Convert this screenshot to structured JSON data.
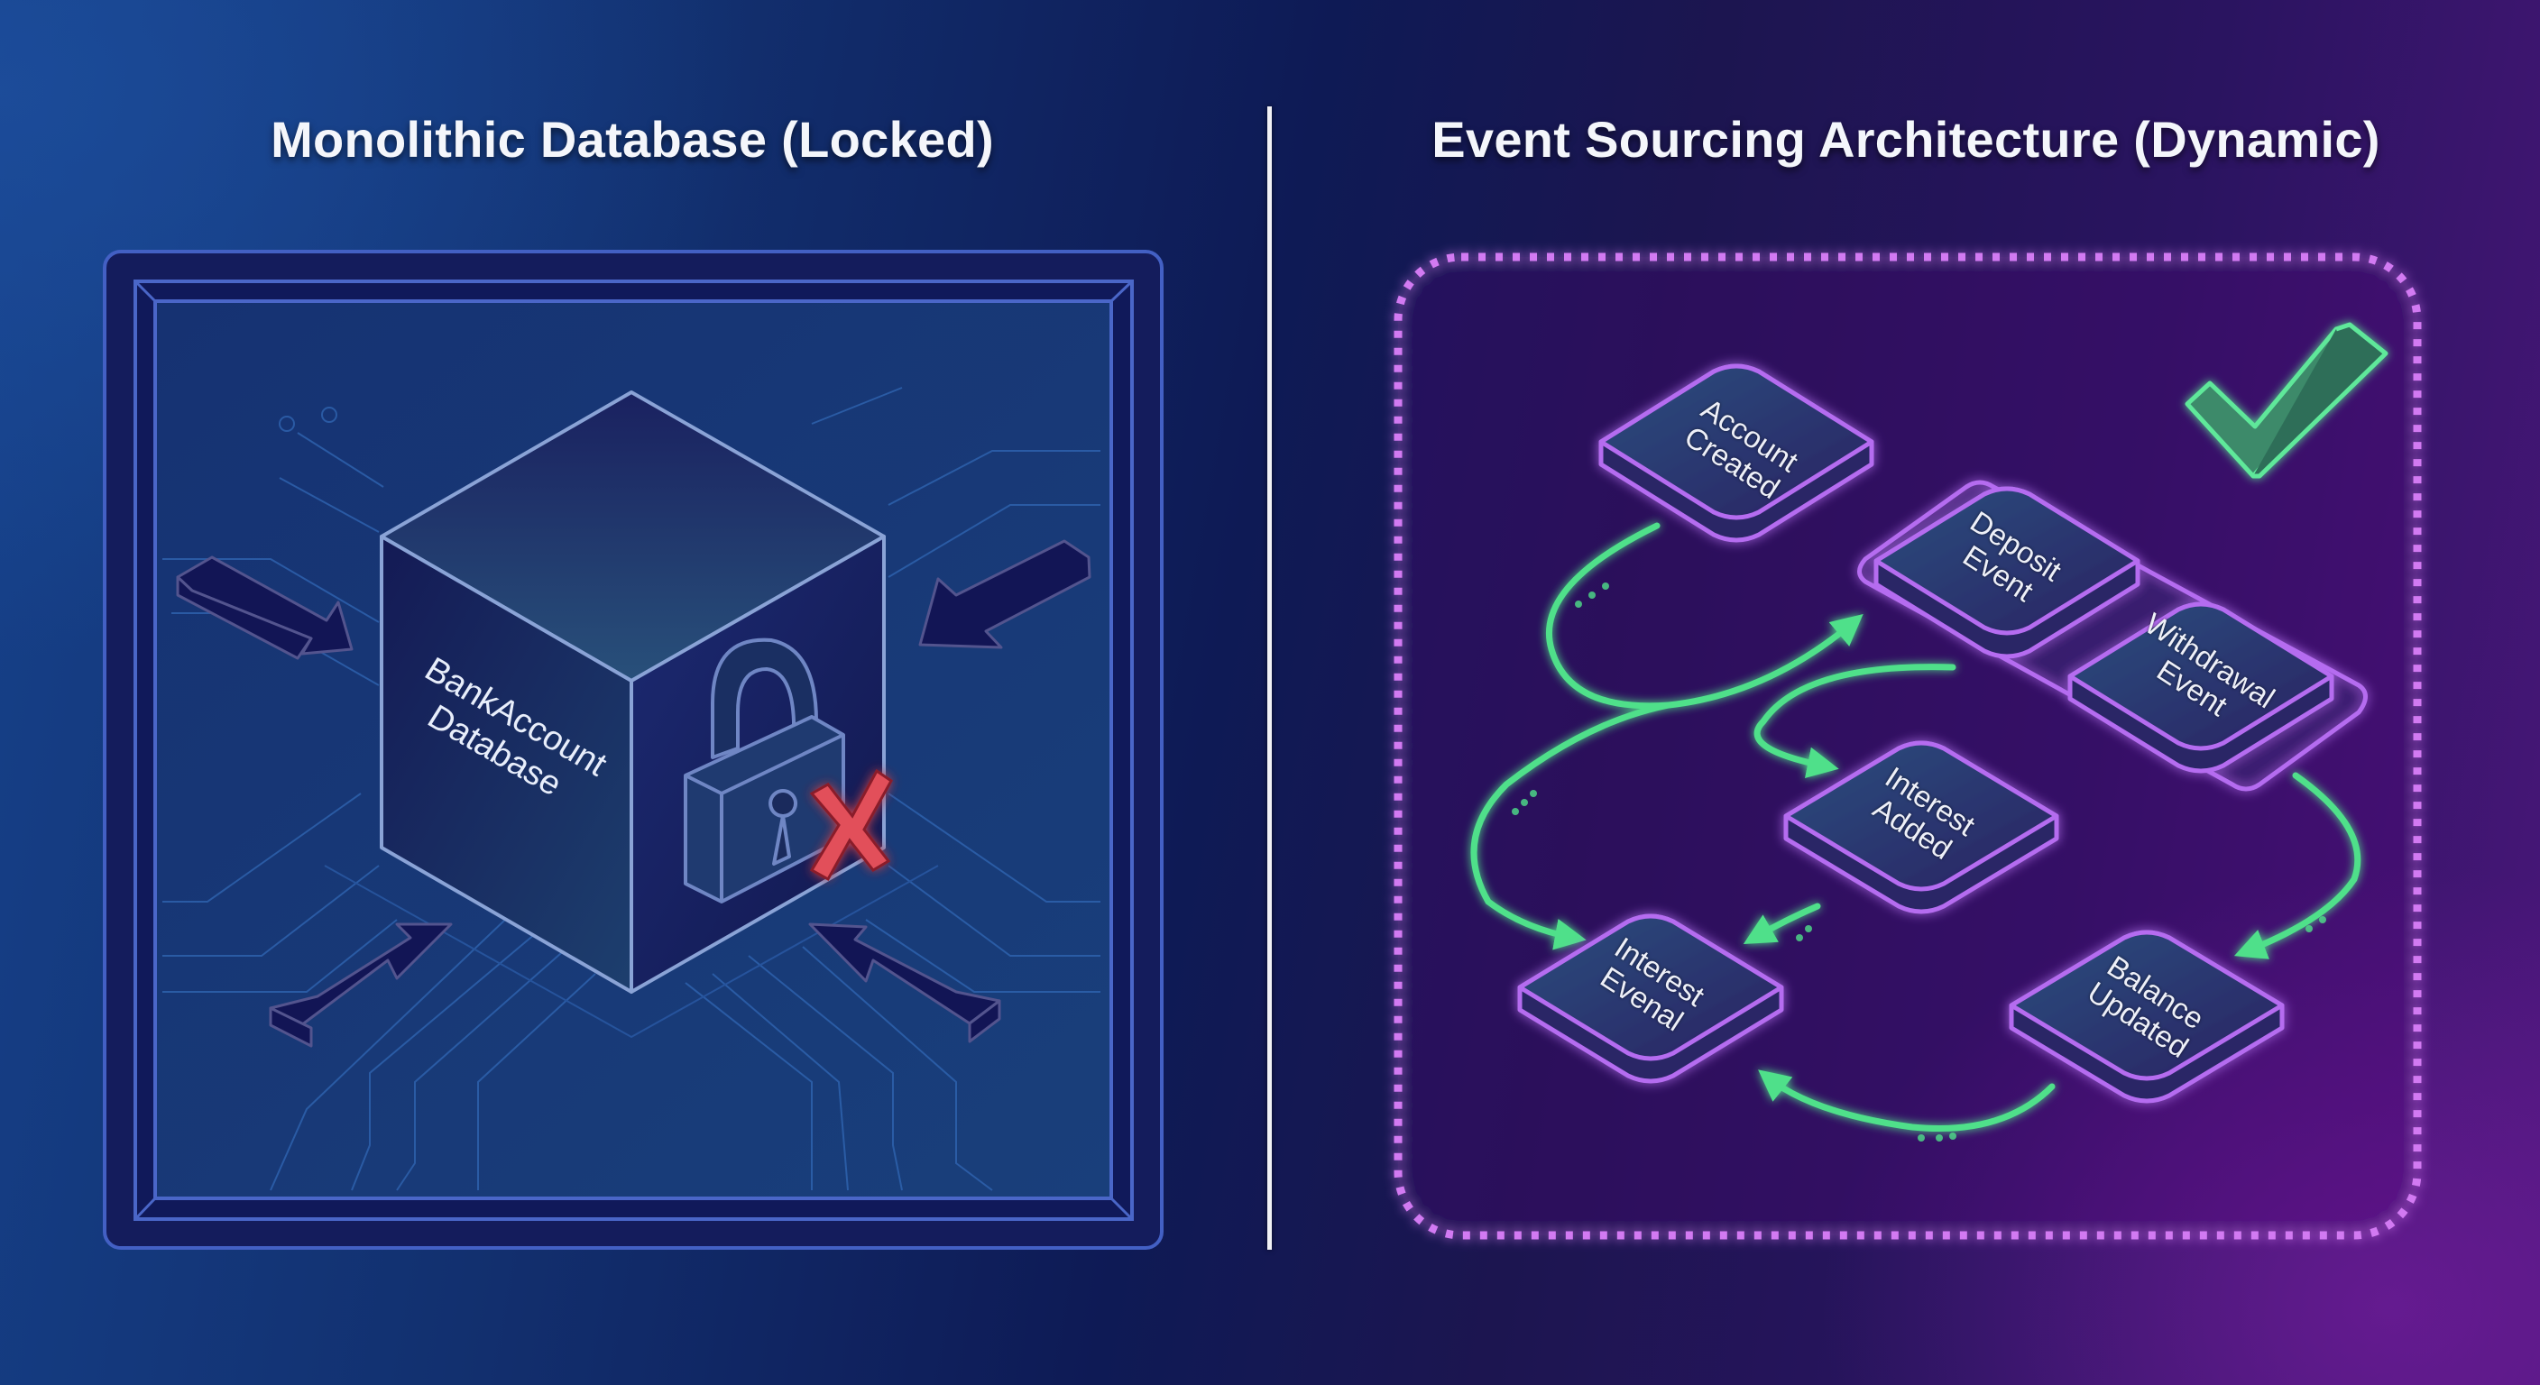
{
  "left_panel": {
    "title": "Monolithic Database (Locked)",
    "cube": {
      "label_line1": "BankAccount",
      "label_line2": "Database"
    },
    "icons": [
      "padlock-icon",
      "red-x-icon",
      "inward-arrow-icon x4",
      "circuit-traces"
    ],
    "colors": {
      "frame": "#3f5bc0",
      "cube_edge": "#8fa7d8",
      "cross": "#e0404c"
    }
  },
  "right_panel": {
    "title": "Event Sourcing Architecture (Dynamic)",
    "events": [
      {
        "id": "account-created",
        "line1": "Account",
        "line2": "Created"
      },
      {
        "id": "deposit-event",
        "line1": "Deposit",
        "line2": "Event"
      },
      {
        "id": "withdrawal-event",
        "line1": "Withdrawal",
        "line2": "Event"
      },
      {
        "id": "interest-added",
        "line1": "Interest",
        "line2": "Added"
      },
      {
        "id": "interest-evenal",
        "line1": "Interest",
        "line2": "Evenal"
      },
      {
        "id": "balance-updated",
        "line1": "Balance",
        "line2": "Updated"
      }
    ],
    "icons": [
      "checkmark-icon",
      "flow-arrow-icon"
    ],
    "colors": {
      "tile_outline": "#b56cf0",
      "flow_arrow": "#4fe08a",
      "dotted_frame": "#d27af2",
      "checkmark": "#5ee89a"
    }
  }
}
